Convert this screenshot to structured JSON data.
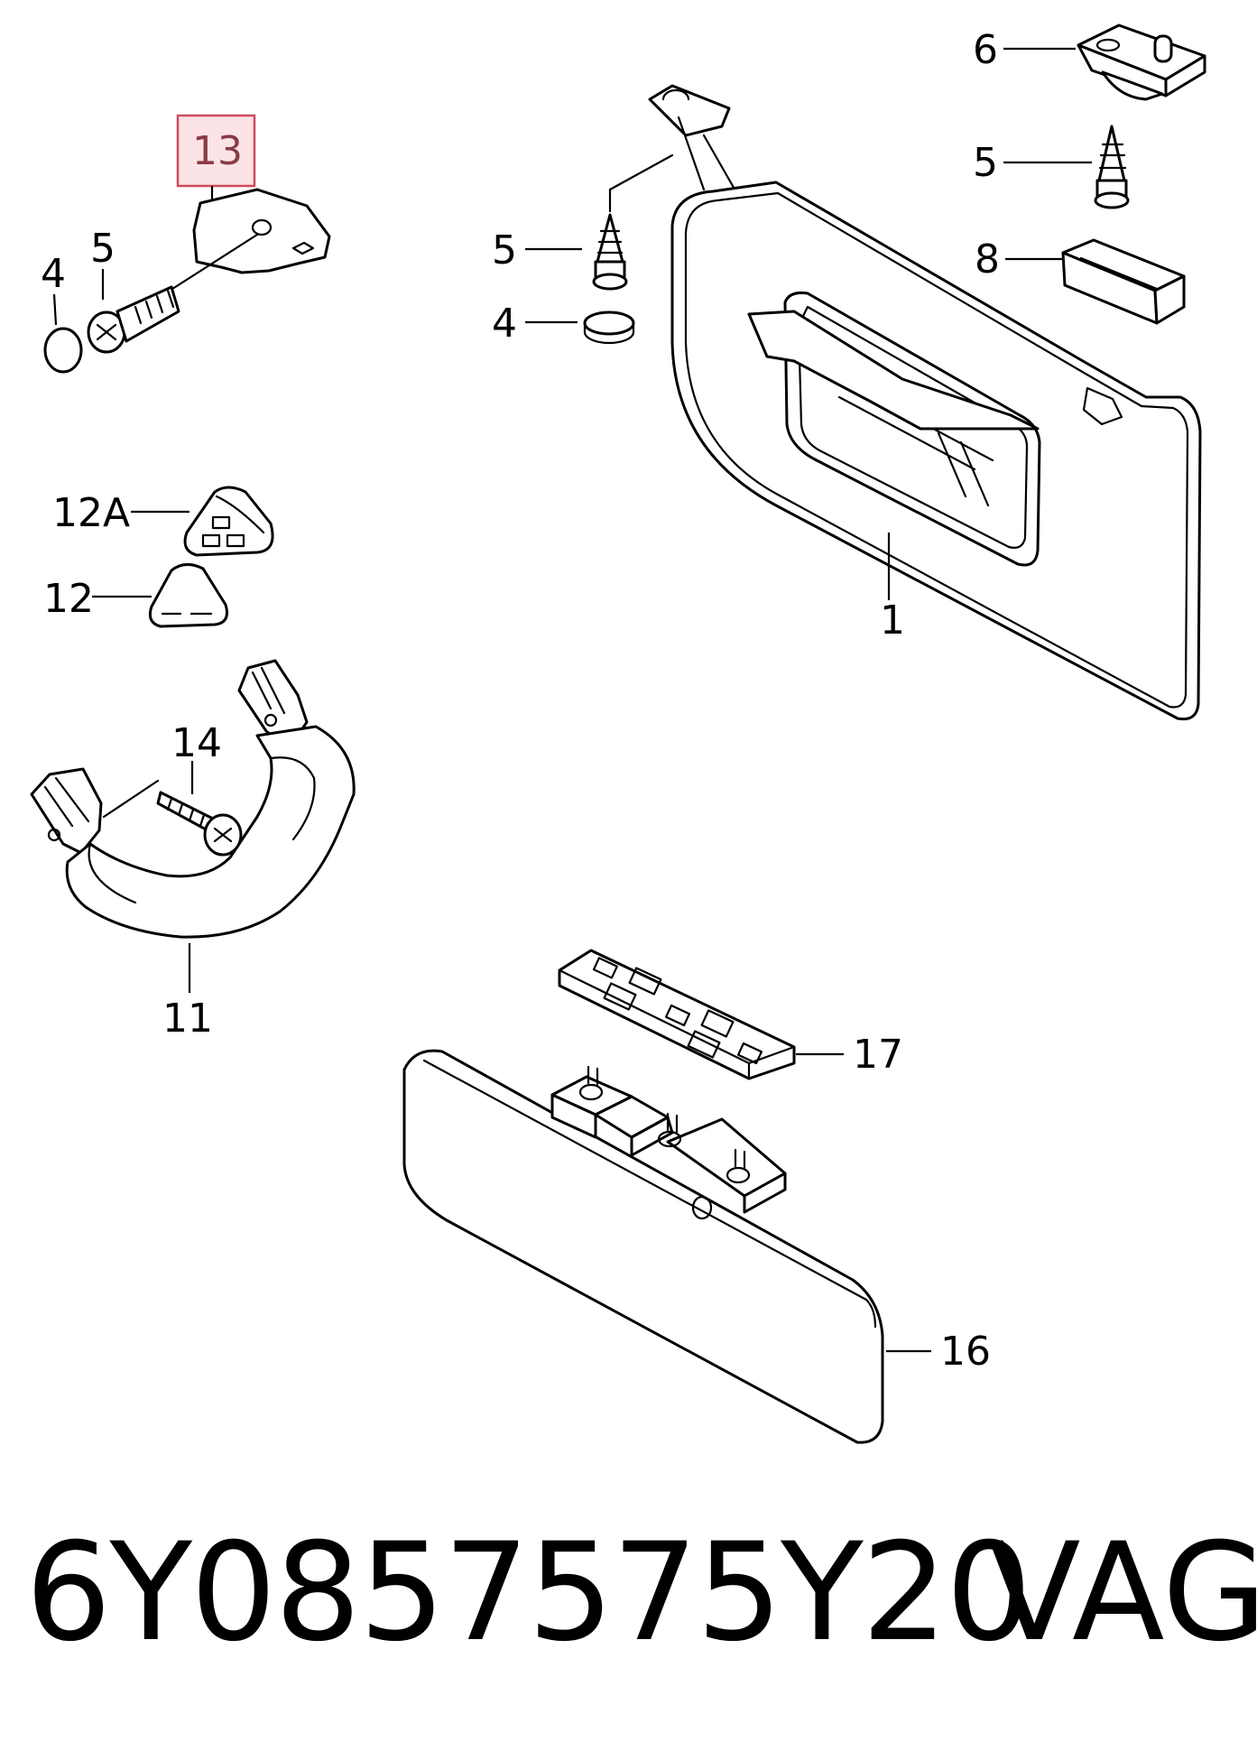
{
  "labels": {
    "l13": "13",
    "l5a": "5",
    "l4a": "4",
    "l6": "6",
    "l5b": "5",
    "l8": "8",
    "l5c": "5",
    "l4b": "4",
    "l12a": "12A",
    "l12": "12",
    "l1": "1",
    "l14": "14",
    "l11": "11",
    "l17": "17",
    "l16": "16"
  },
  "highlighted_label": "13",
  "highlight_color": "#cf4b5c",
  "footer": {
    "part_number": "6Y0857575Y20",
    "brand": "VAG"
  }
}
